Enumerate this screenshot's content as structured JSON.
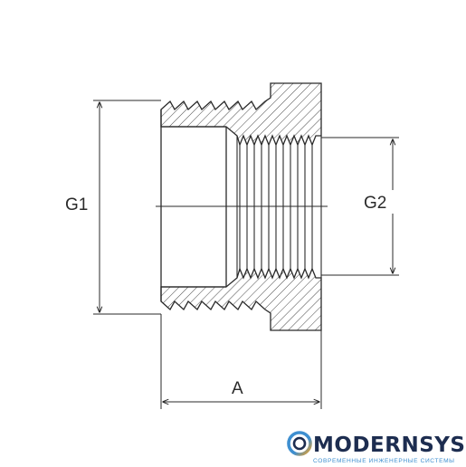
{
  "labels": {
    "g1": "G1",
    "g2": "G2",
    "a": "A"
  },
  "brand": {
    "name": "MODERNSYS",
    "tagline": "СОВРЕМЕННЫЕ ИНЖЕНЕРНЫЕ СИСТЕМЫ",
    "logo_icon": "ring-logo-icon",
    "colors": {
      "primary": "#1d2d50",
      "accent": "#3e8fd0",
      "warm": "#f0a020"
    }
  },
  "colors": {
    "line": "#2a2a2a",
    "hatch": "#333333"
  }
}
